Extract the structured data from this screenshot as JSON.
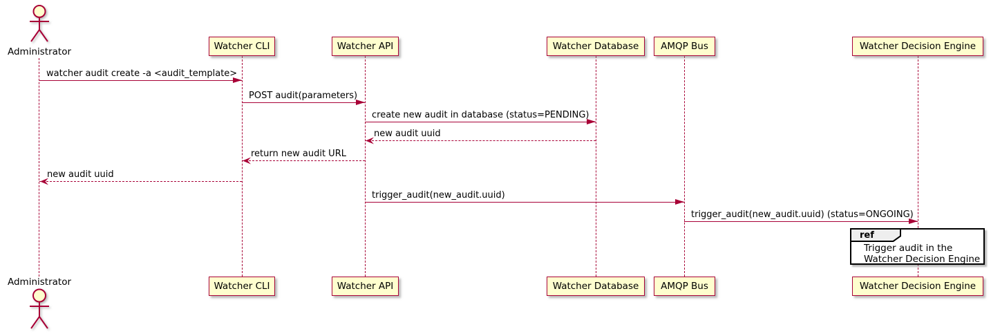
{
  "diagram": {
    "type": "uml-sequence",
    "style": "plantuml",
    "actor": {
      "name": "Administrator"
    },
    "participants": [
      {
        "id": "watcher-cli",
        "label": "Watcher CLI"
      },
      {
        "id": "watcher-api",
        "label": "Watcher API"
      },
      {
        "id": "watcher-database",
        "label": "Watcher Database"
      },
      {
        "id": "amqp-bus",
        "label": "AMQP Bus"
      },
      {
        "id": "watcher-decision-engine",
        "label": "Watcher Decision Engine"
      }
    ],
    "messages": [
      {
        "from": "Administrator",
        "to": "Watcher CLI",
        "style": "solid",
        "label": "watcher audit create -a <audit_template>"
      },
      {
        "from": "Watcher CLI",
        "to": "Watcher API",
        "style": "solid",
        "label": "POST audit(parameters)"
      },
      {
        "from": "Watcher API",
        "to": "Watcher Database",
        "style": "solid",
        "label": "create new audit in database (status=PENDING)"
      },
      {
        "from": "Watcher Database",
        "to": "Watcher API",
        "style": "dashed",
        "label": "new audit uuid"
      },
      {
        "from": "Watcher API",
        "to": "Watcher CLI",
        "style": "dashed",
        "label": "return new audit URL"
      },
      {
        "from": "Watcher CLI",
        "to": "Administrator",
        "style": "dashed",
        "label": "new audit uuid"
      },
      {
        "from": "Watcher API",
        "to": "AMQP Bus",
        "style": "solid",
        "label": "trigger_audit(new_audit.uuid)"
      },
      {
        "from": "AMQP Bus",
        "to": "Watcher Decision Engine",
        "style": "solid",
        "label": "trigger_audit(new_audit.uuid) (status=ONGOING)"
      }
    ],
    "ref": {
      "keyword": "ref",
      "over": "Watcher Decision Engine",
      "line1": "Trigger audit in the",
      "line2": "Watcher Decision Engine"
    },
    "colors": {
      "participant_fill": "#FEFECE",
      "stroke": "#A80036",
      "text": "#000000",
      "ref_border": "#000000",
      "ref_tag_fill": "#EEEEEE",
      "background": "#FFFFFF"
    }
  }
}
